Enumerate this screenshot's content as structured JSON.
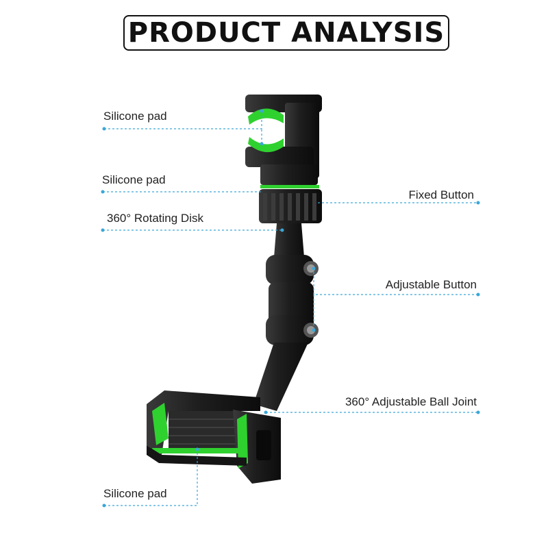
{
  "title": "PRODUCT ANALYSIS",
  "labels": {
    "silicone_pad_top": "Silicone pad",
    "silicone_pad_middle": "Silicone pad",
    "rotating_disk": "360° Rotating Disk",
    "fixed_button": "Fixed Button",
    "adjustable_button": "Adjustable Button",
    "ball_joint": "360° Adjustable Ball Joint",
    "silicone_pad_bottom": "Silicone pad"
  },
  "colors": {
    "accent_green": "#2fd12f",
    "leader_line": "#3aa7d8",
    "body": "#1c1c1c"
  }
}
